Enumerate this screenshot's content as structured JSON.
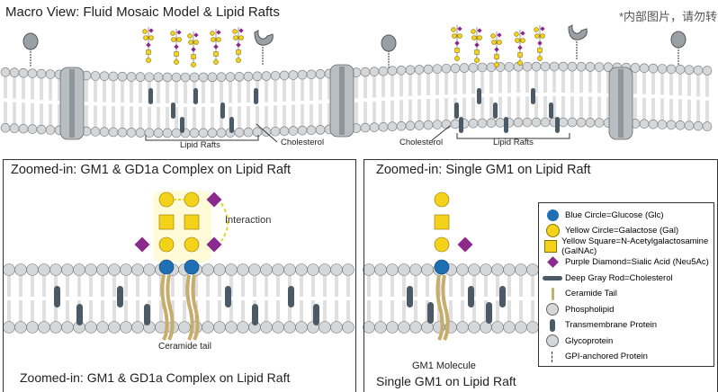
{
  "macro": {
    "title": "Macro View: Fluid Mosaic Model & Lipid Rafts",
    "watermark": "*内部图片，请勿转载",
    "lipid_rafts_left": "Lipid Rafts",
    "cholesterol_left": "Cholesterol",
    "cholesterol_right": "Cholesterol",
    "lipid_rafts_right": "Lipid Rafts"
  },
  "panel_left": {
    "title": "Zoomed-in: GM1 & GD1a Complex on Lipid Raft",
    "interaction": "Interaction",
    "ceramide_tail": "Ceramide tail",
    "caption": "Zoomed-in: GM1 & GD1a Complex on Lipid Raft"
  },
  "panel_right": {
    "title": "Zoomed-in: Single GM1 on Lipid Raft",
    "molecule": "GM1 Molecule",
    "caption": "Single GM1 on Lipid Raft"
  },
  "legend": {
    "items": [
      {
        "icon": "blue-circle",
        "label": "Blue Circle=Glucose (Glc)"
      },
      {
        "icon": "yellow-circle",
        "label": "Yellow Circle=Galactose (Gal)"
      },
      {
        "icon": "yellow-square",
        "label": "Yellow Square=N-Acetylgalactosamine (GalNAc)"
      },
      {
        "icon": "purple-diamond",
        "label": "Purple Diamond=Sialic Acid (Neu5Ac)"
      },
      {
        "icon": "gray-rod",
        "label": "Deep Gray Rod=Cholesterol"
      },
      {
        "icon": "ceramide-tail",
        "label": "Ceramide Tail"
      },
      {
        "icon": "phospholipid",
        "label": "Phospholipid"
      },
      {
        "icon": "transmembrane-protein",
        "label": "Transmembrane Protein"
      },
      {
        "icon": "glycoprotein",
        "label": "Glycoprotein"
      },
      {
        "icon": "gpi-anchor",
        "label": "GPI-anchored Protein"
      }
    ]
  },
  "colors": {
    "glucose": "#1f6fb5",
    "galactose": "#f5d21a",
    "galnac": "#f5d21a",
    "sialic": "#8a2a8c",
    "cholesterol": "#4a5a66",
    "lipid": "#d4d8da",
    "protein": "#b8bec2"
  }
}
